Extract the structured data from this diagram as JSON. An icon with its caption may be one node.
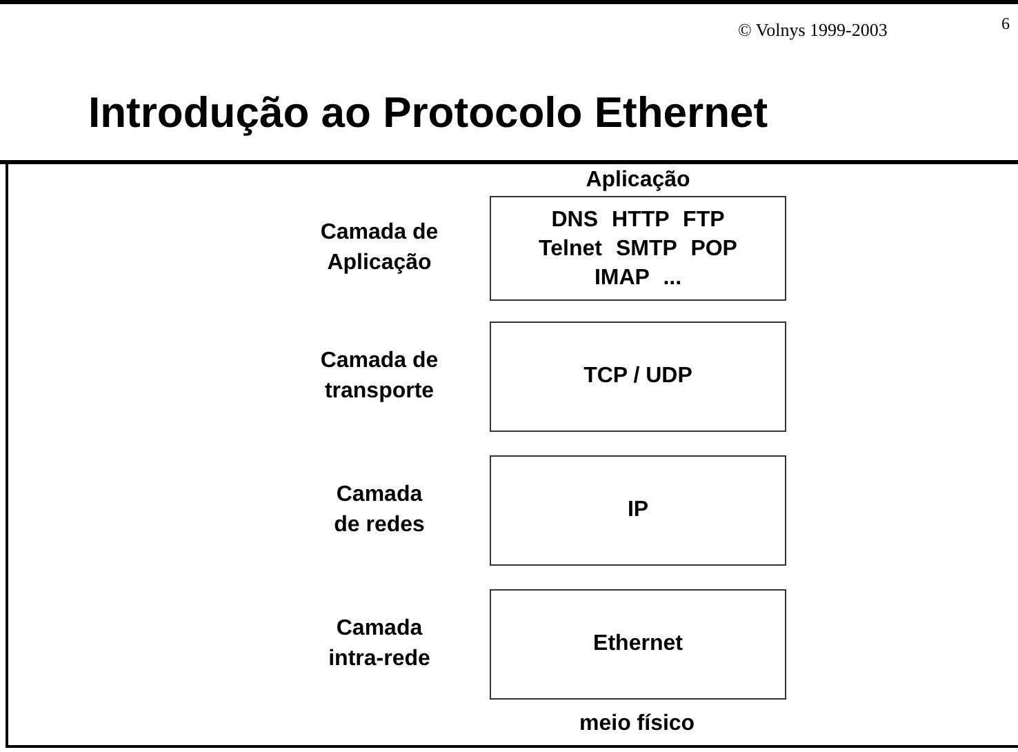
{
  "diagram": {
    "title": "Introdução ao Protocolo Ethernet",
    "nodes": [
      {
        "text": [
          "Aplicação",
          "DNS HTTP FTP Telnet SMTP POP IMAP ..."
        ],
        "beside": [
          "Camada de Aplicação"
        ]
      },
      {
        "text": [
          "TCP / UDP"
        ],
        "beside": [
          "Camada de transporte"
        ]
      },
      {
        "text": [
          "IP"
        ],
        "beside": [
          "Camada de redes"
        ]
      },
      {
        "text": [
          "Ethernet"
        ],
        "beside": [
          "Camada intra-rede"
        ]
      }
    ],
    "labels": [
      "© Volnys 1999-2003",
      "6",
      "meio físico"
    ]
  }
}
